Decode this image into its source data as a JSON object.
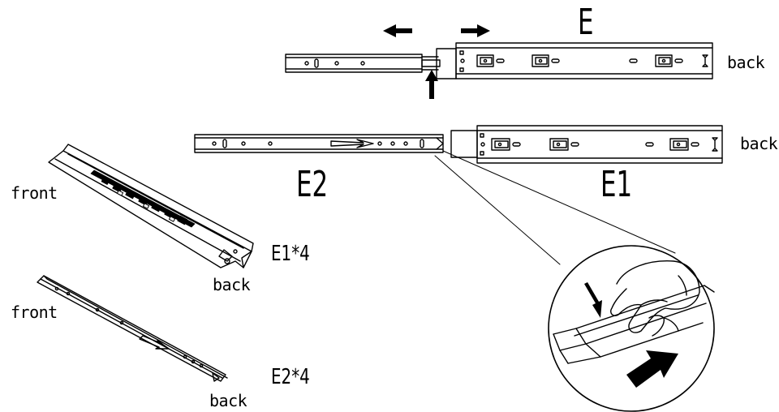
{
  "labels": {
    "assembly": "E",
    "outer_rail": "E1",
    "inner_rail": "E2",
    "back_top": "back",
    "back_mid": "back",
    "front_e1": "front",
    "back_e1": "back",
    "front_e2": "front",
    "back_e2": "back",
    "qty_e1": "E1*4",
    "qty_e2": "E2*4"
  },
  "colors": {
    "ink": "#000000",
    "paper": "#ffffff"
  }
}
